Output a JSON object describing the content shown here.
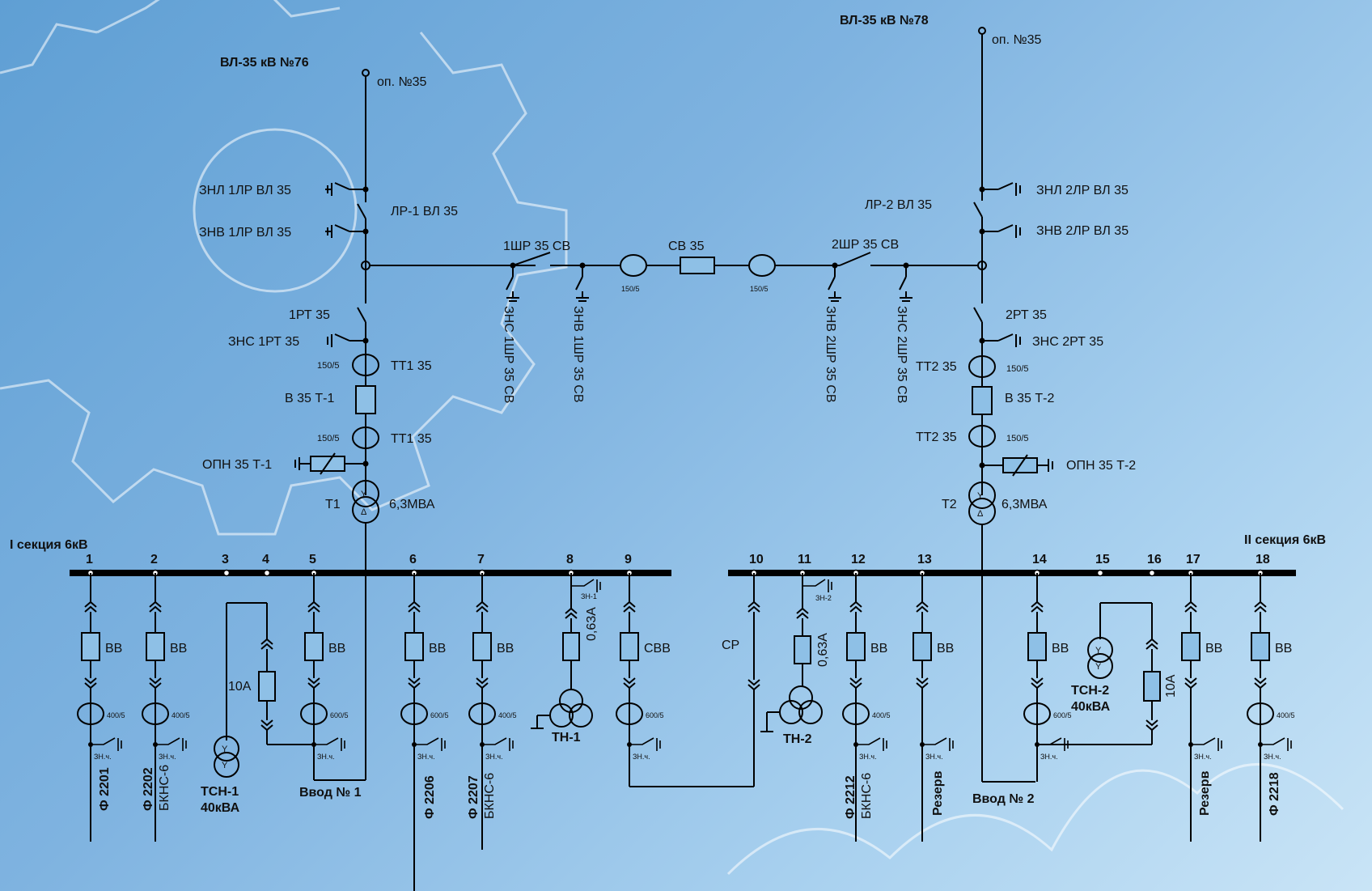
{
  "line_left": {
    "title": "ВЛ-35 кВ №76",
    "support": "оп. №35"
  },
  "line_right": {
    "title": "ВЛ-35 кВ №78",
    "support": "оп. №35"
  },
  "hv_left": {
    "znl": "ЗНЛ 1ЛР ВЛ 35",
    "lr": "ЛР-1 ВЛ 35",
    "znv": "ЗНВ 1ЛР ВЛ 35",
    "rt": "1РТ 35",
    "zns": "ЗНС 1РТ 35",
    "tt_upper": "ТТ1 35",
    "tt_upper_ratio": "150/5",
    "breaker": "В 35 Т-1",
    "tt_lower": "ТТ1 35",
    "tt_lower_ratio": "150/5",
    "opn": "ОПН 35 Т-1",
    "transformer": "Т1",
    "power": "6,3МВА"
  },
  "hv_right": {
    "znl": "ЗНЛ 2ЛР ВЛ 35",
    "lr": "ЛР-2 ВЛ 35",
    "znv": "ЗНВ 2ЛР ВЛ 35",
    "rt": "2РТ 35",
    "zns": "ЗНС 2РТ 35",
    "tt_upper": "ТТ2 35",
    "tt_upper_ratio": "150/5",
    "breaker": "В 35 Т-2",
    "tt_lower": "ТТ2 35",
    "tt_lower_ratio": "150/5",
    "opn": "ОПН 35 Т-2",
    "transformer": "Т2",
    "power": "6,3МВА"
  },
  "tie": {
    "sw1": "1ШР 35 СВ",
    "sw2": "2ШР 35 СВ",
    "breaker": "СВ 35",
    "tt_ratio_left": "150/5",
    "tt_ratio_right": "150/5",
    "e1": "ЗНС 1ШР 35 СВ",
    "e2": "ЗНВ 1ШР 35 СВ",
    "e3": "ЗНВ 2ШР 35 СВ",
    "e4": "ЗНС 2ШР 35 СВ"
  },
  "sections": {
    "left": "I секция 6кВ",
    "right": "II секция 6кВ"
  },
  "cells": [
    "1",
    "2",
    "3",
    "4",
    "5",
    "6",
    "7",
    "8",
    "9",
    "10",
    "11",
    "12",
    "13",
    "14",
    "15",
    "16",
    "17",
    "18"
  ],
  "labels": {
    "bb": "ВВ",
    "svv": "СВВ",
    "sr": "СР",
    "zn": "ЗН",
    "zn_ch": "ЗН.ч.",
    "ct400": "400/5",
    "ct600": "600/5",
    "f2201": "Ф 2201",
    "f2202": "Ф 2202",
    "bkns": "БКНС-6",
    "f2206": "Ф 2206",
    "f2207": "Ф 2207",
    "f2212": "Ф 2212",
    "f2218": "Ф 2218",
    "reserve": "Резерв",
    "fuse10": "10А",
    "fuse063": "0,63А",
    "zn1": "ЗН-1",
    "zn2": "ЗН-2",
    "tn1": "ТН-1",
    "tn2": "ТН-2",
    "tsn1": "ТСН-1",
    "tsn1_power": "40кВА",
    "tsn2": "ТСН-2",
    "tsn2_power": "40кВА",
    "vvod1": "Ввод № 1",
    "vvod2": "Ввод № 2"
  }
}
